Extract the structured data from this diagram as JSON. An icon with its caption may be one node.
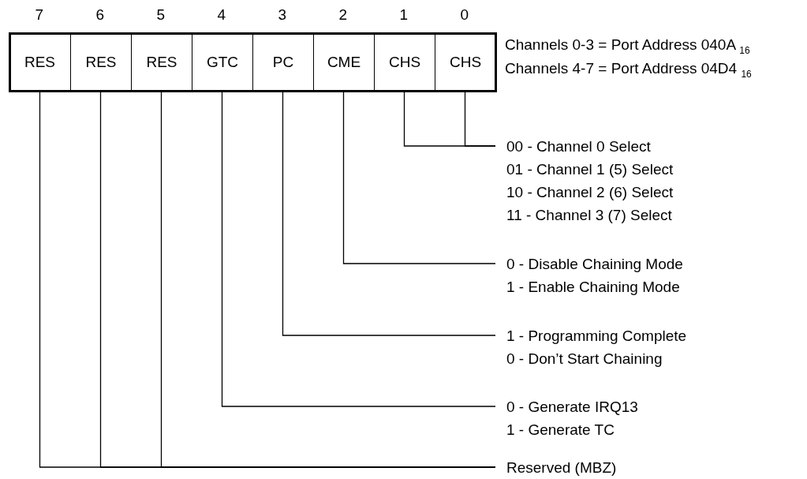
{
  "diagram": {
    "nodes": [
      {
        "text": [],
        "shape": "box"
      },
      {
        "text": [
          "RES"
        ],
        "in": 0,
        "beside": [
          "7"
        ]
      },
      {
        "text": [
          "RES"
        ],
        "in": 0,
        "beside": [
          "6"
        ]
      },
      {
        "text": [
          "RES"
        ],
        "in": 0,
        "beside": [
          "5"
        ]
      },
      {
        "text": [
          "GTC"
        ],
        "in": 0,
        "beside": [
          "4"
        ]
      },
      {
        "text": [
          "PC"
        ],
        "in": 0,
        "beside": [
          "3"
        ]
      },
      {
        "text": [
          "CME"
        ],
        "in": 0,
        "beside": [
          "2"
        ]
      },
      {
        "text": [
          "CHS"
        ],
        "in": 0,
        "beside": [
          "1"
        ]
      },
      {
        "text": [
          "CHS"
        ],
        "in": 0,
        "beside": [
          "0"
        ]
      },
      {
        "text": [
          "00 - Channel 0 Select",
          "01 - Channel 1 (5) Select",
          "10 - Channel 2 (6) Select",
          "11 - Channel 3 (7) Select"
        ]
      },
      {
        "text": [
          "0 - Disable Chaining Mode",
          "1 - Enable Chaining Mode"
        ]
      },
      {
        "text": [
          "1 - Programming Complete",
          "0 - Don’t Start Chaining"
        ]
      },
      {
        "text": [
          "0 - Generate IRQ13",
          "1 - Generate TC"
        ]
      },
      {
        "text": [
          "Reserved (MBZ)"
        ]
      }
    ],
    "edges": [
      {
        "from": 7,
        "to": 9,
        "arrow": "none"
      },
      {
        "from": 8,
        "to": 9,
        "arrow": "none"
      },
      {
        "from": 6,
        "to": 10,
        "arrow": "none"
      },
      {
        "from": 5,
        "to": 11,
        "arrow": "none"
      },
      {
        "from": 4,
        "to": 12,
        "arrow": "none"
      },
      {
        "from": 1,
        "to": 13,
        "arrow": "none"
      },
      {
        "from": 2,
        "to": 13,
        "arrow": "none"
      },
      {
        "from": 3,
        "to": 13,
        "arrow": "none"
      }
    ],
    "labels": [
      "Channels 0-3 = Port Address 040A $_{16}$",
      "Channels 4-7 = Port Address 04D4 $_{16}$"
    ]
  }
}
